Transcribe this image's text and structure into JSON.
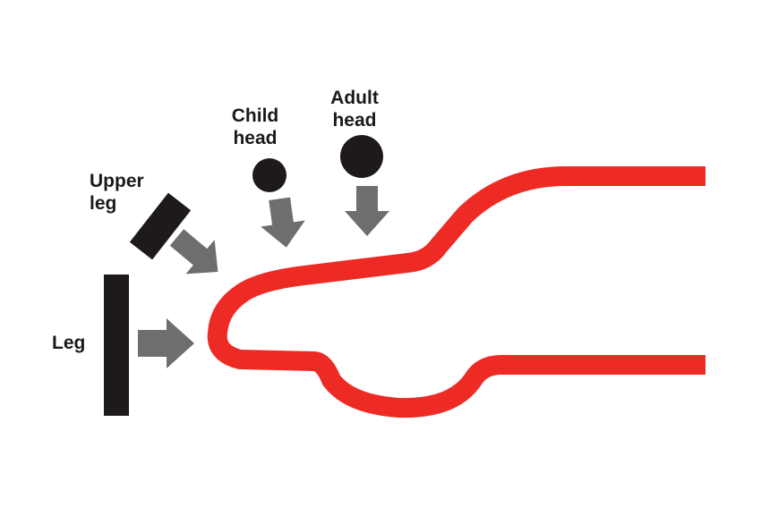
{
  "labels": {
    "child_head": [
      "Child",
      "head"
    ],
    "adult_head": [
      "Adult",
      "head"
    ],
    "upper_leg": [
      "Upper",
      "leg"
    ],
    "leg": "Leg"
  },
  "colors": {
    "car_outline": "#ee2a24",
    "impactor": "#1e1a1a",
    "arrow": "#6e6e6e"
  }
}
